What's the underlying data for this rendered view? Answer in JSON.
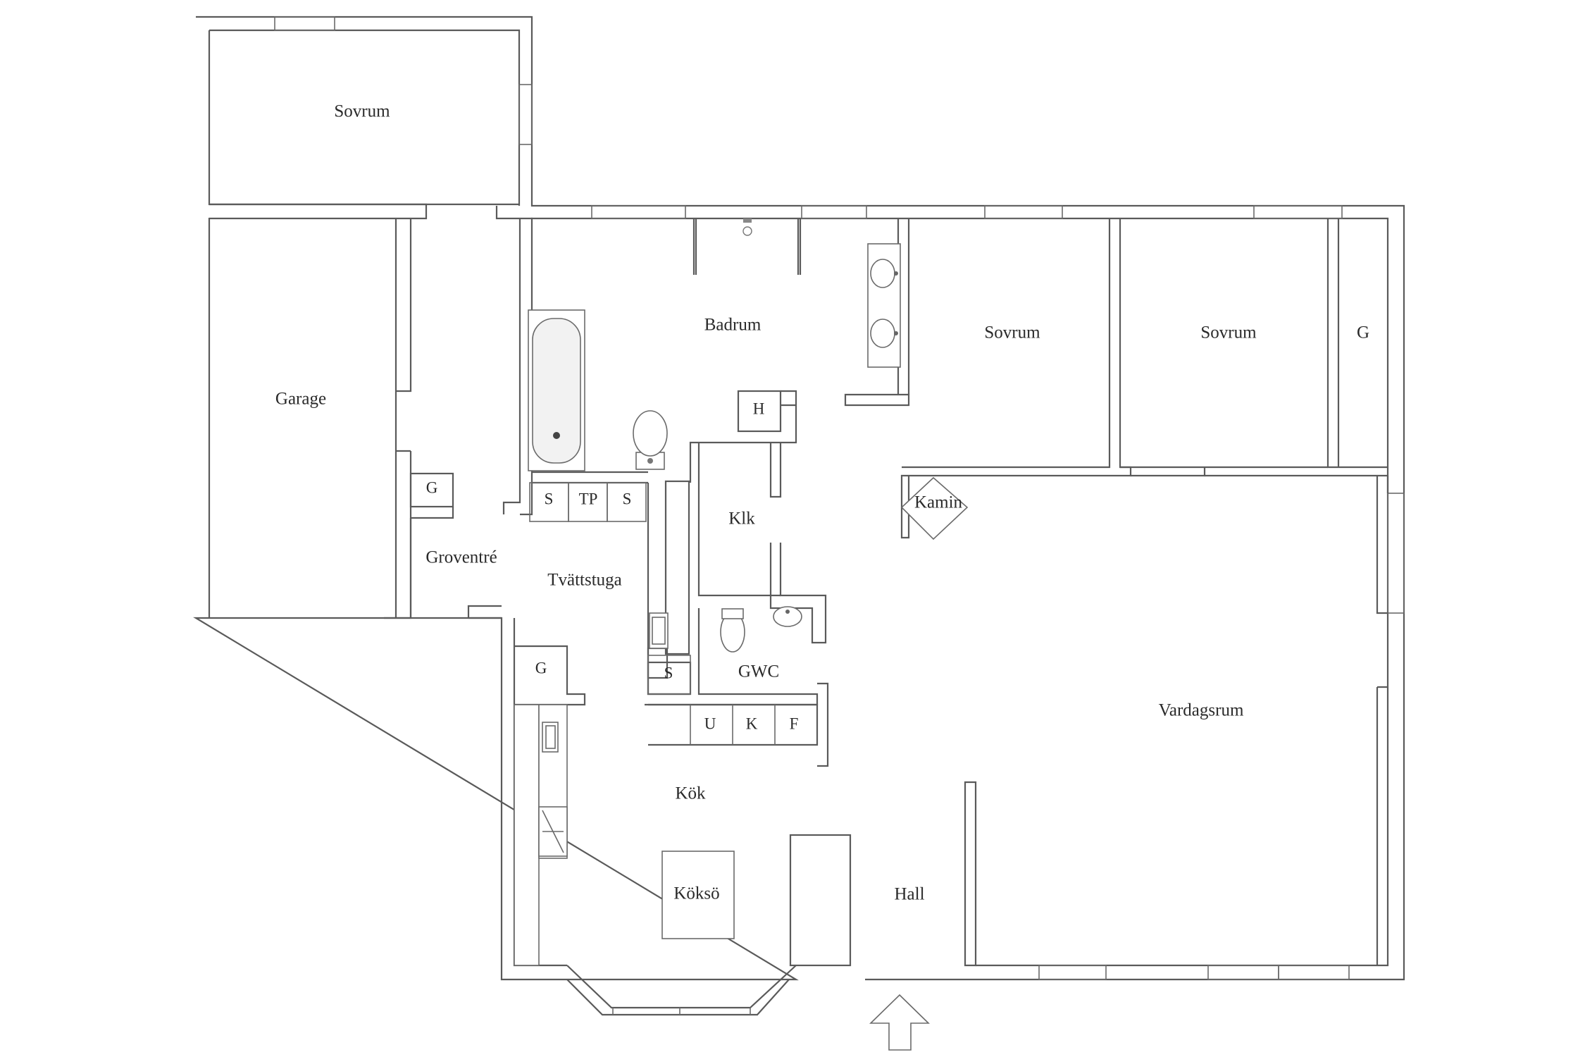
{
  "rooms": {
    "sovrum_1": "Sovrum",
    "garage": "Garage",
    "badrum": "Badrum",
    "sovrum_2": "Sovrum",
    "sovrum_3": "Sovrum",
    "wardrobe_right": "G",
    "wardrobe_garage": "G",
    "wardrobe_kitchen": "G",
    "h_closet": "H",
    "klk": "Klk",
    "kamin": "Kamin",
    "groventre": "Groventré",
    "tvattstuga": "Tvättstuga",
    "s_1": "S",
    "tp": "TP",
    "s_2": "S",
    "s_3": "S",
    "gwc": "GWC",
    "u": "U",
    "k": "K",
    "f": "F",
    "vardagsrum": "Vardagsrum",
    "kok": "Kök",
    "kokso": "Köksö",
    "hall": "Hall"
  },
  "icons": {
    "entrance": "entrance-arrow-icon",
    "bathtub": "bathtub-icon",
    "toilet": "toilet-icon",
    "sink": "sink-icon",
    "fireplace": "fireplace-icon"
  },
  "colors": {
    "wall": "#5a5a5a",
    "text": "#2a2a2a",
    "background": "#ffffff"
  }
}
